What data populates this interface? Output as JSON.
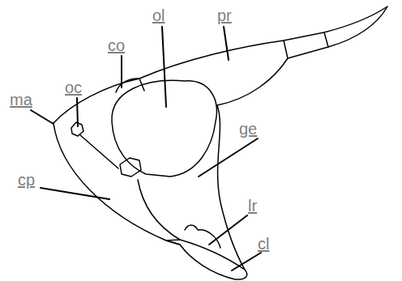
{
  "diagram": {
    "labels": [
      "pr",
      "ol",
      "co",
      "oc",
      "ma",
      "ge",
      "cp",
      "lr",
      "cl"
    ]
  }
}
